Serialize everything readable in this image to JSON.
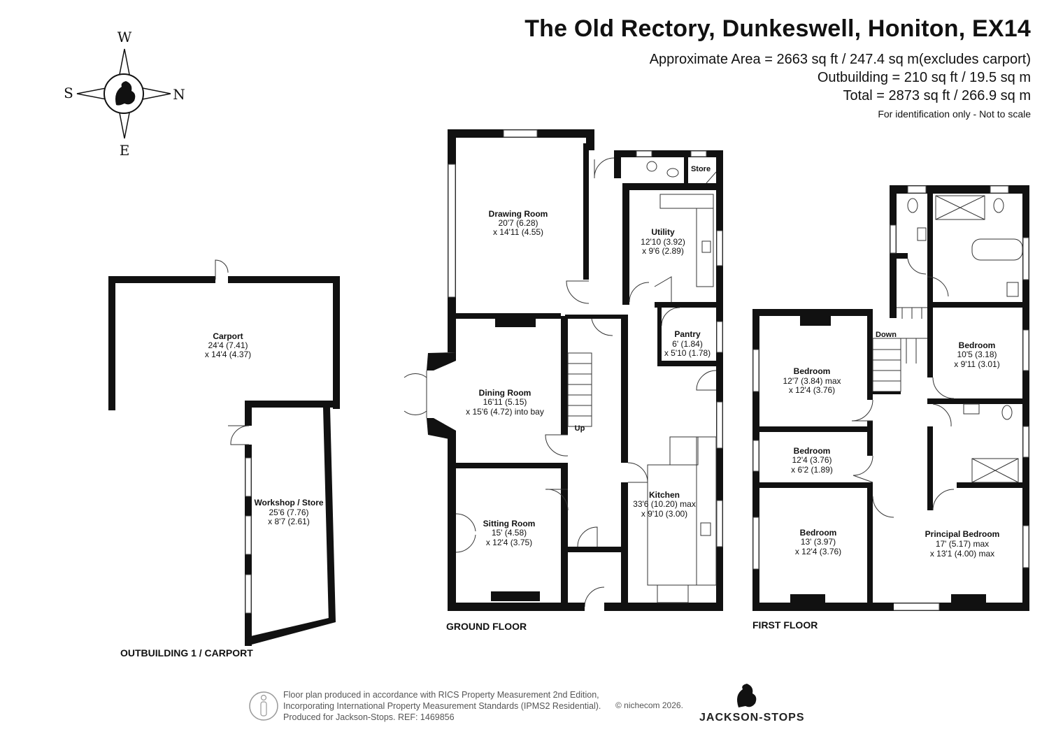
{
  "header": {
    "title": "The Old Rectory, Dunkeswell, Honiton, EX14",
    "area_main": "Approximate Area = 2663 sq ft / 247.4 sq m(excludes carport)",
    "area_outbuilding": "Outbuilding = 210 sq ft / 19.5 sq m",
    "area_total": "Total = 2873 sq ft / 266.9 sq m",
    "note": "For identification only - Not to scale"
  },
  "compass": {
    "top": "W",
    "bottom": "E",
    "left": "S",
    "right": "N"
  },
  "outbuilding": {
    "label": "OUTBUILDING 1 / CARPORT",
    "rooms": [
      {
        "name": "Carport",
        "dim1": "24'4 (7.41)",
        "dim2": "x 14'4 (4.37)"
      },
      {
        "name": "Workshop / Store",
        "dim1": "25'6 (7.76)",
        "dim2": "x 8'7 (2.61)"
      }
    ]
  },
  "ground_floor": {
    "label": "GROUND FLOOR",
    "rooms": [
      {
        "name": "Drawing Room",
        "dim1": "20'7 (6.28)",
        "dim2": "x 14'11 (4.55)"
      },
      {
        "name": "Dining Room",
        "dim1": "16'11 (5.15)",
        "dim2": "x 15'6 (4.72) into bay"
      },
      {
        "name": "Sitting Room",
        "dim1": "15' (4.58)",
        "dim2": "x 12'4 (3.75)"
      },
      {
        "name": "Utility",
        "dim1": "12'10 (3.92)",
        "dim2": "x 9'6 (2.89)"
      },
      {
        "name": "Pantry",
        "dim1": "6' (1.84)",
        "dim2": "x 5'10 (1.78)"
      },
      {
        "name": "Kitchen",
        "dim1": "33'6 (10.20) max",
        "dim2": "x 9'10 (3.00)"
      }
    ],
    "store": "Store",
    "stairs": "Up"
  },
  "first_floor": {
    "label": "FIRST FLOOR",
    "rooms": [
      {
        "name": "Bedroom",
        "dim1": "12'7 (3.84) max",
        "dim2": "x 12'4 (3.76)"
      },
      {
        "name": "Bedroom",
        "dim1": "12'4 (3.76)",
        "dim2": "x 6'2 (1.89)"
      },
      {
        "name": "Bedroom",
        "dim1": "13' (3.97)",
        "dim2": "x 12'4 (3.76)"
      },
      {
        "name": "Bedroom",
        "dim1": "10'5 (3.18)",
        "dim2": "x 9'11 (3.01)"
      },
      {
        "name": "Principal Bedroom",
        "dim1": "17' (5.17) max",
        "dim2": "x 13'1 (4.00) max"
      }
    ],
    "stairs": "Down"
  },
  "footer": {
    "line1": "Floor plan produced in accordance with RICS Property Measurement 2nd Edition,",
    "line2": "Incorporating International Property Measurement Standards (IPMS2 Residential).",
    "line3": "Produced for Jackson-Stops.   REF:  1469856",
    "copyright": "© nichecom 2026.",
    "brand": "JACKSON-STOPS"
  }
}
